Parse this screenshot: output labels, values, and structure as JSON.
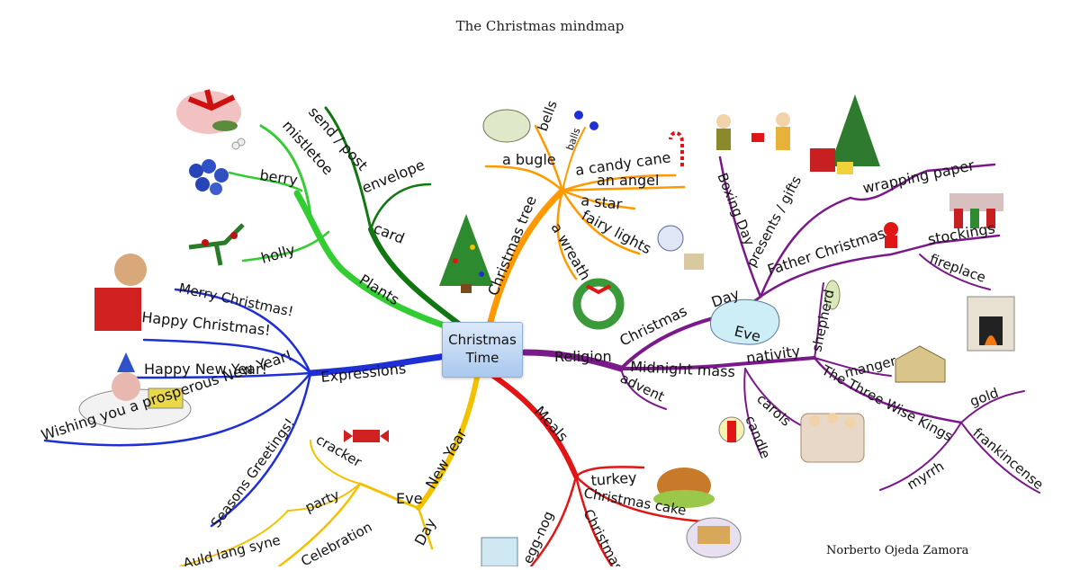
{
  "title": "The Christmas mindmap",
  "author": "Norberto Ojeda Zamora",
  "center": {
    "line1": "Christmas",
    "line2": "Time"
  },
  "colors": {
    "plants": "#33cc33",
    "card": "#117711",
    "tree": "#ff9900",
    "religion": "#7a1a8a",
    "expressions": "#1f2fd6",
    "newyear": "#f2c200",
    "meals": "#e01515"
  },
  "branches": {
    "plants": {
      "label": "Plants",
      "items": [
        "mistletoe",
        "berry",
        "holly"
      ]
    },
    "card": {
      "label": "card",
      "items": [
        "send / post",
        "envelope"
      ]
    },
    "tree": {
      "label": "Christmas tree",
      "items": [
        "bells",
        "balls",
        "a bugle",
        "a candy cane",
        "an angel",
        "a star",
        "fairy lights",
        "a wreath"
      ]
    },
    "religion": {
      "label": "Religion",
      "christmas": "Christmas",
      "day": "Day",
      "eve": "Eve",
      "boxing": "Boxing Day",
      "presents": "presents / gifts",
      "wrapping": "wrapping paper",
      "father": "Father Christmas",
      "stockings": "stockings",
      "fireplace": "fireplace",
      "midnight": "Midnight mass",
      "advent": "advent",
      "nativity": "nativity",
      "shepherd": "shepherd",
      "manger": "manger",
      "carols": "carols",
      "candle": "candle",
      "kings": "The Three Wise Kings",
      "gold": "gold",
      "frankincense": "frankincense",
      "myrrh": "myrrh"
    },
    "expressions": {
      "label": "Expressions",
      "items": [
        "Merry Christmas!",
        "Happy Christmas!",
        "Happy New Year!",
        "Wishing you a  prosperous New Year!",
        "Seasons Greetings!"
      ]
    },
    "newyear": {
      "label": "New Year",
      "eve": "Eve",
      "day": "Day",
      "celebration": "Celebration",
      "party": "party",
      "cracker": "cracker",
      "auld": "Auld lang syne"
    },
    "meals": {
      "label": "Meals",
      "turkey": "turkey",
      "cake": "Christmas cake",
      "eggnog": "egg-nog",
      "pudding": "Christmas"
    }
  }
}
